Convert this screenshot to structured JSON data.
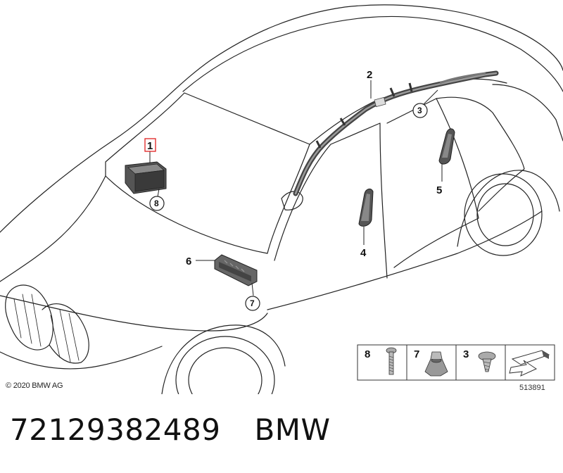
{
  "diagram": {
    "callouts": {
      "c1": "1",
      "c2": "2",
      "c3": "3",
      "c4": "4",
      "c5": "5",
      "c6": "6",
      "c7": "7",
      "c8": "8"
    },
    "legend": {
      "items": [
        {
          "number": "8",
          "icon": "bolt-icon"
        },
        {
          "number": "7",
          "icon": "nut-icon"
        },
        {
          "number": "3",
          "icon": "screw-icon"
        }
      ],
      "arrow_icon": "arrow-icon",
      "drawing_number": "513891"
    },
    "copyright": "© 2020 BMW AG",
    "highlight_color": "#e02020"
  },
  "caption": {
    "part_number": "72129382489",
    "brand": "BMW"
  }
}
